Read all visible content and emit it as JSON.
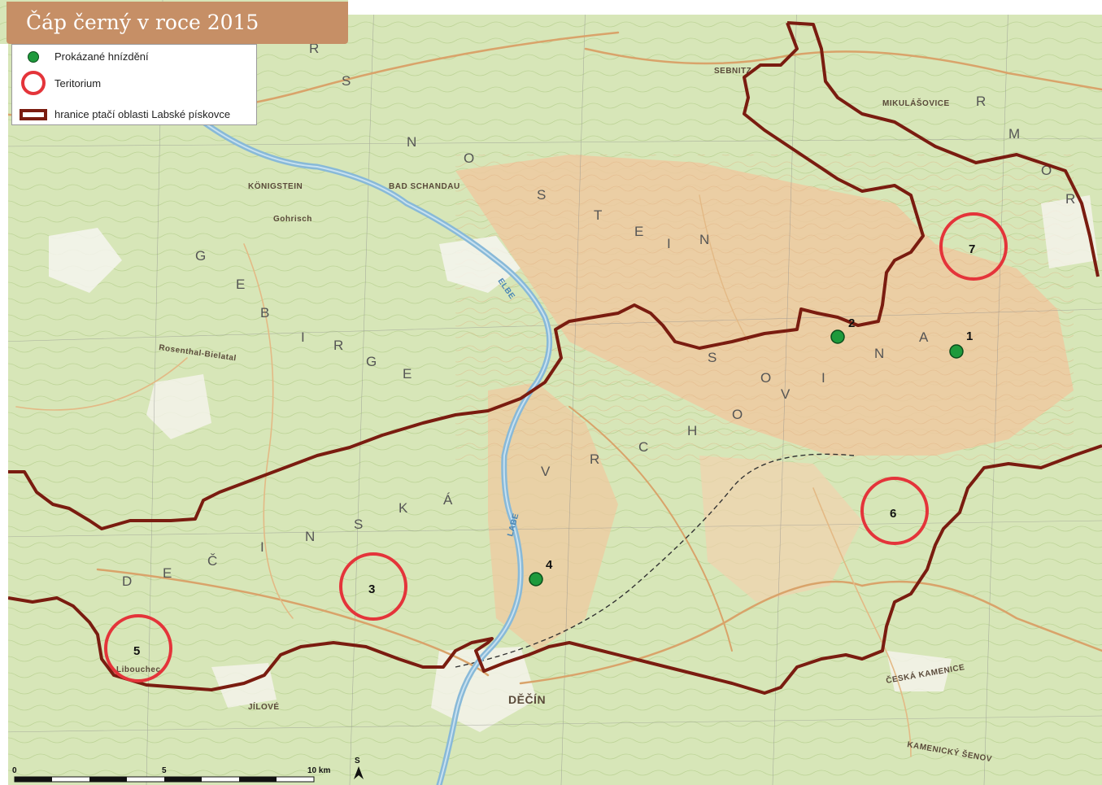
{
  "map": {
    "title": "Čáp černý v roce 2015",
    "legend": {
      "nest_label": "Prokázané hnízdění",
      "territory_label": "Teritorium",
      "boundary_label": "hranice ptačí oblasti Labské pískovce"
    },
    "colors": {
      "boundary": "#7a1c10",
      "territory": "#e4343a",
      "nest": "#1e9a3c",
      "river": "#88b9d8",
      "forest": "#c9dfa5",
      "sandstone": "#efc9a0"
    },
    "nests": [
      {
        "id": "1",
        "label": "1"
      },
      {
        "id": "2",
        "label": "2"
      },
      {
        "id": "4",
        "label": "4"
      }
    ],
    "territories": [
      {
        "id": "3",
        "label": "3"
      },
      {
        "id": "5",
        "label": "5"
      },
      {
        "id": "6",
        "label": "6"
      },
      {
        "id": "7",
        "label": "7"
      }
    ],
    "place_names": {
      "decin": "DĚČÍN",
      "sebnitz": "SEBNITZ",
      "mikulasovice": "MIKULÁŠOVICE",
      "konigstein": "KÖNIGSTEIN",
      "bad_schandau": "BAD SCHANDAU",
      "gohrisch": "Gohrisch",
      "rosenthal": "Rosenthal-Bielatal",
      "elbe": "ELBE",
      "labe": "LABE",
      "ceska_kamenice": "ČESKÁ KAMENICE",
      "kamenicky_senov": "KAMENICKÝ ŠENOV",
      "jilove": "JÍLOVÉ",
      "libouchec": "Libouchec"
    },
    "scale": {
      "zero": "0",
      "five": "5",
      "ten": "10 km"
    },
    "north": "S"
  }
}
